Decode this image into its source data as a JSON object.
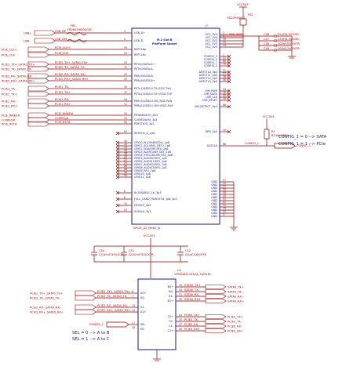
{
  "power": {
    "vcc_top": "VCC3V3",
    "vcc_mid": "VCC3V3",
    "vcc_bottom": "VCC3V3"
  },
  "top_parts": {
    "fb_ref": "FB1",
    "fb_value": "FB0805/600Ω/2A",
    "fb2_ref": "FB2",
    "fb2_value": "FB22P/600Ω"
  },
  "left_ports": [
    {
      "id": "usb_dp",
      "label": "USB+"
    },
    {
      "id": "usb_dm",
      "label": "USB-"
    },
    {
      "id": "pcie_clkp",
      "label": "PCIE_CLK+"
    },
    {
      "id": "pcie_clkn",
      "label": "PCIE_CLK-"
    },
    {
      "id": "pcie2_txp",
      "label": "PCIE2_TX+_SATA0_TX+"
    },
    {
      "id": "pcie2_txn",
      "label": "PCIE2_TX-_SATA0_TX-"
    },
    {
      "id": "pcie2_rxn",
      "label": "PCIE2_RX-_SATA0_RX-"
    },
    {
      "id": "pcie2_rxp",
      "label": "PCIE2_RX+_SATA0_RX+"
    },
    {
      "id": "pcie1_txn",
      "label": "PCIE1_TX-"
    },
    {
      "id": "pcie1_txp",
      "label": "PCIE1_TX+"
    },
    {
      "id": "pcie1_rxn",
      "label": "PCIE1_RX-"
    },
    {
      "id": "pcie1_rxp",
      "label": "PCIE1_RX+"
    },
    {
      "id": "pcie_wake",
      "label": "PCIE_WAKE#"
    },
    {
      "id": "clkreq",
      "label": "CLKREQ#"
    },
    {
      "id": "pcie_rst",
      "label": "PCIE_RST#"
    }
  ],
  "left_nets": [
    "USB_DP",
    "USB_DM",
    "PCIE_CLK+",
    "PCIE_CLK-",
    "PCIE2_TX+_SATA0_TX+",
    "PCIE2_TX-_SATA0_TX-",
    "PCIE2_RX-_SATA0_RX-",
    "PCIE2_RX+_SATA0_RX+",
    "PCIE1_TX-",
    "PCIE1_TX+",
    "PCIE1_RX-",
    "PCIE1_RX+",
    "PCIE_WAKE#",
    "CLKREQ#",
    "PCIE_RST#"
  ],
  "connector": {
    "ref": "J?",
    "title": "M.2 Slot B",
    "subtitle": "PlatForm Socket",
    "footer": "NPCIE_U2_MAKE_B",
    "left_pins": [
      {
        "num": "5",
        "name": "USB_D+"
      },
      {
        "num": "9",
        "name": "USB_D-"
      },
      {
        "num": "55",
        "name": "REFCLKp"
      },
      {
        "num": "53",
        "name": "REFCLKn"
      },
      {
        "num": "43",
        "name": "PETp0/SATA-A+"
      },
      {
        "num": "41",
        "name": "PETn0/SATA-A-"
      },
      {
        "num": "47",
        "name": "PERn0/SATA-B-"
      },
      {
        "num": "49",
        "name": "PERp0/SATA-B+"
      },
      {
        "num": "35",
        "name": "PETn1/USB3.0-TX-/SSIC-TxN"
      },
      {
        "num": "37",
        "name": "PETp1/USB3.0-TX+/SSIC-TxP"
      },
      {
        "num": "29",
        "name": "PERn1/USB3.0-RX-/SSIC-RxN"
      },
      {
        "num": "31",
        "name": "PERp1/USB3.0-RX+/SSIC-RxP"
      },
      {
        "num": "54",
        "name": "PEWAKE#/IO_3p3"
      },
      {
        "num": "52",
        "name": "CLKREQ#/IO_3p3"
      },
      {
        "num": "50",
        "name": "PERST#/O_3p3"
      },
      {
        "num": "67",
        "name": "RESET#_O_1p8"
      },
      {
        "num": "40",
        "name": "GPIO0_W_DISABLE2#_1p8"
      },
      {
        "num": "42",
        "name": "GPIO1_SCL/SMU_DET2_1p8"
      },
      {
        "num": "44",
        "name": "GPIO2_SDA/UIM_RFU_1p8"
      },
      {
        "num": "46",
        "name": "GPIO3_ALERT/UIM_DET_1p8"
      },
      {
        "num": "48",
        "name": "GPIO4_SYSCLK/UIM_RST_1p8"
      },
      {
        "num": "20",
        "name": "GPIO5_AUDIO0/RFU_1p8"
      },
      {
        "num": "22",
        "name": "GPIO6_AUDIO1/RFU_1p8"
      },
      {
        "num": "24",
        "name": "GPIO7_AUDIO2/RFU_1p8"
      },
      {
        "num": "26",
        "name": "GPIO8_AUDIO3/RFU_1p8"
      },
      {
        "num": "28",
        "name": "GPIO9_RFU_1p8"
      },
      {
        "num": "30",
        "name": "GPIO10_1p8"
      },
      {
        "num": "32",
        "name": "GPIO11_1p8"
      },
      {
        "num": "8",
        "name": "W_DISABLE_1#_3p3"
      },
      {
        "num": "6",
        "name": "FULL_CARD_PWROFF#_1p8_3p3"
      },
      {
        "num": "10",
        "name": "DEVSLP_3p3"
      },
      {
        "num": "23",
        "name": "SUSCLK_3p3"
      }
    ],
    "right_pins": [
      {
        "num": "2",
        "name": "VCC_3V3"
      },
      {
        "num": "4",
        "name": "VCC_3V3"
      },
      {
        "num": "70",
        "name": "VCC_3V3"
      },
      {
        "num": "72",
        "name": "VCC_3V3"
      },
      {
        "num": "74",
        "name": "VCC_3V3"
      },
      {
        "num": "1",
        "name": "CONFIG_3"
      },
      {
        "num": "21",
        "name": "CONFIG_0"
      },
      {
        "num": "69",
        "name": "CONFIG_1"
      },
      {
        "num": "75",
        "name": "CONFIG_2"
      },
      {
        "num": "25",
        "name": "ANTCTL0_3p3"
      },
      {
        "num": "27",
        "name": "ANTCTL1_3p3"
      },
      {
        "num": "38",
        "name": "ANTCTL2_3p3"
      },
      {
        "num": "36",
        "name": "ANTCTL3_3p3"
      },
      {
        "num": "34",
        "name": "UIM_PWR"
      },
      {
        "num": "32",
        "name": "UIM_DATA"
      },
      {
        "num": "30",
        "name": "UIM_CLK"
      },
      {
        "num": "28",
        "name": "UIM_RESET"
      },
      {
        "num": "66",
        "name": "SIM_DETECT_3p3"
      },
      {
        "num": "10",
        "name": "DPR_3p3"
      },
      {
        "num": "68",
        "name": "SUSCLK"
      },
      {
        "num": "57",
        "name": "GND"
      },
      {
        "num": "11",
        "name": "GND"
      },
      {
        "num": "27",
        "name": "GND"
      },
      {
        "num": "33",
        "name": "GND"
      },
      {
        "num": "39",
        "name": "GND"
      },
      {
        "num": "45",
        "name": "GND"
      },
      {
        "num": "51",
        "name": "GND"
      },
      {
        "num": "57",
        "name": "GND"
      },
      {
        "num": "71",
        "name": "GND"
      },
      {
        "num": "73",
        "name": "GND"
      },
      {
        "num": "21",
        "name": "GND"
      },
      {
        "num": "3",
        "name": "GND"
      }
    ]
  },
  "top_caps": [
    {
      "ref": "C46",
      "value": "22uF/6.3V/X5R"
    },
    {
      "ref": "C47",
      "value": "22uF/6.3V/X5R"
    },
    {
      "ref": "C48",
      "value": "100nF/50V/X7R"
    },
    {
      "ref": "C49",
      "value": "100nF/50V/X7R"
    }
  ],
  "vcc_net": "VCC_3V3",
  "resistor": {
    "ref": "R1",
    "value": "R/10K/0603"
  },
  "config_net": "CONFIG_1",
  "config_port": "CONFIG_1",
  "config_note_1": "CONFIG_1 = 0 --> SATA",
  "config_note_2": "CONFIG_1 = 1 --> PCIe",
  "bottom_caps": [
    {
      "ref": "C50",
      "value": "C/100nF/50V/X7R"
    },
    {
      "ref": "C51",
      "value": "C/100nF/50V/X7R"
    },
    {
      "ref": "C52",
      "value": "C/1uF/16V/X7R"
    }
  ],
  "switch": {
    "ref": "U2",
    "value": "VPS3DBS12212A_TQFN36",
    "left_pins": [
      {
        "num": "6",
        "name": "A0+"
      },
      {
        "num": "7",
        "name": "A0-"
      },
      {
        "num": "13",
        "name": "A1-"
      },
      {
        "num": "14",
        "name": "A1+"
      },
      {
        "num": "17",
        "name": "SEL"
      },
      {
        "num": "18",
        "name": "PD"
      }
    ],
    "right_pins": [
      {
        "num": "35",
        "name": "B0+"
      },
      {
        "num": "34",
        "name": "B0-"
      },
      {
        "num": "31",
        "name": "B1-"
      },
      {
        "num": "30",
        "name": "B1+"
      },
      {
        "num": "24",
        "name": "C0+"
      },
      {
        "num": "25",
        "name": "C0-"
      },
      {
        "num": "27",
        "name": "C1-"
      },
      {
        "num": "26",
        "name": "C1+"
      }
    ]
  },
  "switch_left_ports": [
    {
      "id": "sw_txp",
      "label": "PCIE2_TX+_SATA0_TX+"
    },
    {
      "id": "sw_txn",
      "label": "PCIE2_TX-_SATA0_TX-"
    },
    {
      "id": "sw_rxn",
      "label": "PCIE2_RX-_SATA0_RX-"
    },
    {
      "id": "sw_rxp",
      "label": "PCIE2_RX+_SATA0_RX+"
    }
  ],
  "switch_left_nets": [
    "PCIE2_TX+_SATA0_TX+",
    "PCIE2_TX-_SATA0_TX-",
    "PCIE2_RX-_SATA0_RX-",
    "PCIE2_RX+_SATA0_RX+"
  ],
  "switch_right_ports": [
    {
      "id": "sata_txp",
      "label": "SATA0_TX+"
    },
    {
      "id": "sata_txn",
      "label": "SATA0_TX-"
    },
    {
      "id": "sata_rxn",
      "label": "SATA0_RX-"
    },
    {
      "id": "sata_rxp",
      "label": "SATA0_RX+"
    },
    {
      "id": "pcie_txp",
      "label": "PCIE0_TX+"
    },
    {
      "id": "pcie_txn",
      "label": "PCIE0_TX-"
    },
    {
      "id": "pcie_rxn",
      "label": "PCIE0_RX-"
    },
    {
      "id": "pcie_rxp",
      "label": "PCIE0_RX+"
    }
  ],
  "sel_net": "CONFIG_1",
  "sel_note_1": "SEL = 0 --> A to B",
  "sel_note_2": "SEL = 1 --> A to C"
}
